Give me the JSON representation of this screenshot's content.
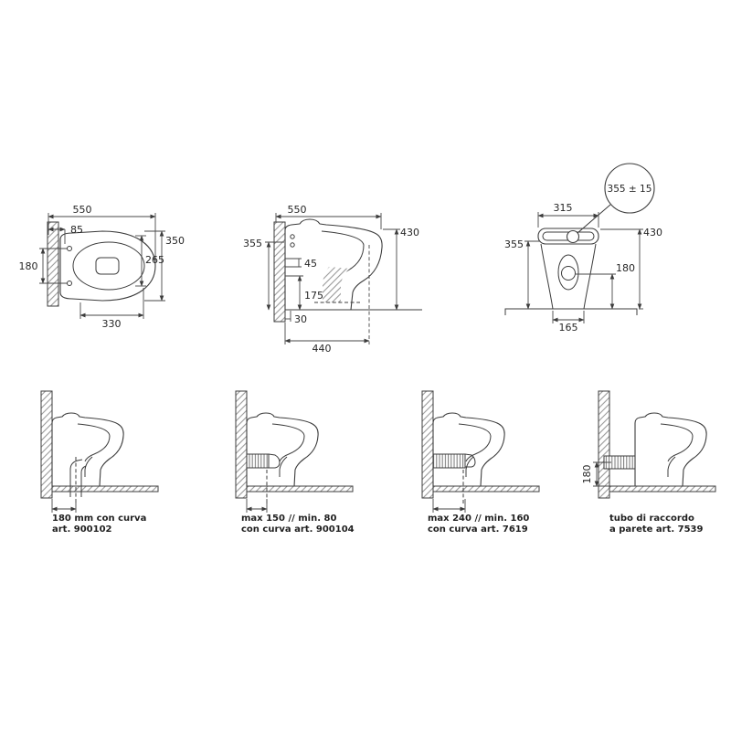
{
  "drawing": {
    "background_color": "#ffffff",
    "line_color": "#3c3c3c",
    "text_color": "#262626"
  },
  "plan_view": {
    "total_depth": "550",
    "hinge_offset": "85",
    "total_width": "350",
    "bowl_depth": "265",
    "hinge_spacing": "180",
    "seat_length": "330"
  },
  "side_view": {
    "total_depth": "550",
    "total_height": "430",
    "rear_height": "355",
    "inlet_gap": "45",
    "outlet_center_height": "175",
    "base_setback": "30",
    "outlet_distance": "440"
  },
  "front_view": {
    "seat_height_callout": "355 ± 15",
    "top_width": "315",
    "total_height": "430",
    "rear_height": "355",
    "outlet_height": "180",
    "base_width": "165"
  },
  "variants": [
    {
      "caption_line1": "180 mm con curva",
      "caption_line2": "art. 900102"
    },
    {
      "caption_line1": "max 150 // min. 80",
      "caption_line2": "con curva art. 900104"
    },
    {
      "caption_line1": "max 240 // min. 160",
      "caption_line2": "con curva art. 7619"
    },
    {
      "pipe_height": "180",
      "caption_line1": "tubo di raccordo",
      "caption_line2": "a parete art. 7539"
    }
  ]
}
